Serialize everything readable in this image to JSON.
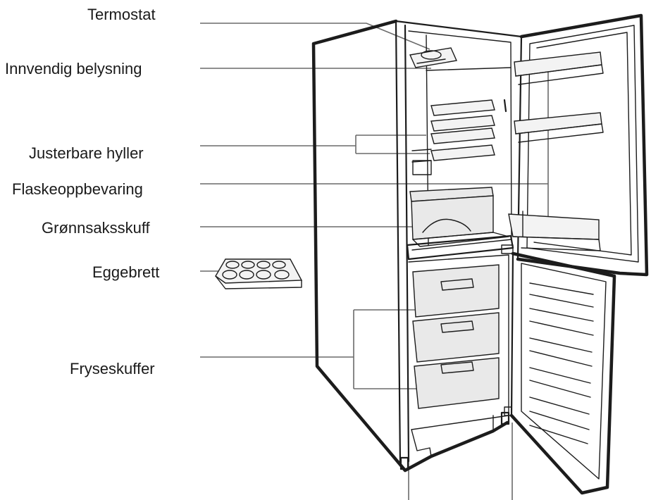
{
  "labels": {
    "termostat": "Termostat",
    "innvendig_belysning": "Innvendig belysning",
    "justerbare_hyller": "Justerbare hyller",
    "flaskeoppbevaring": "Flaskeoppbevaring",
    "gronnsaksskuff": "Grønnsaksskuff",
    "eggebrett": "Eggebrett",
    "fryseskuffer": "Fryseskuffer"
  }
}
